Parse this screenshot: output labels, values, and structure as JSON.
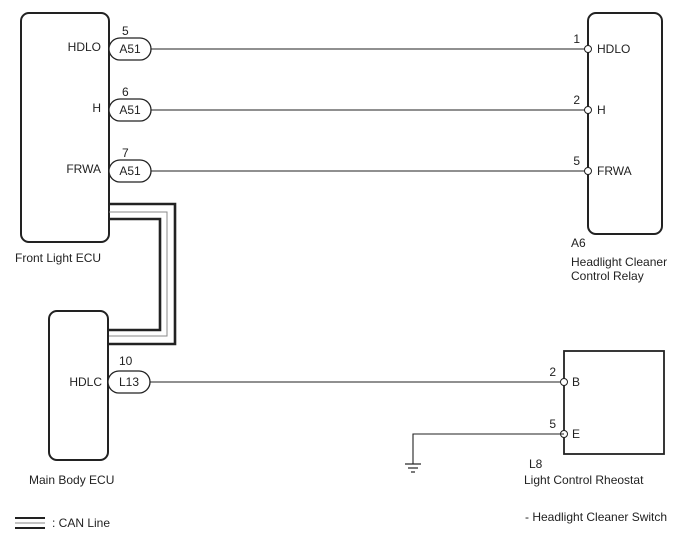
{
  "components": {
    "front_light_ecu": {
      "name": "Front Light ECU",
      "terminals": [
        {
          "label": "HDLO",
          "pin": "5",
          "connector": "A51"
        },
        {
          "label": "H",
          "pin": "6",
          "connector": "A51"
        },
        {
          "label": "FRWA",
          "pin": "7",
          "connector": "A51"
        }
      ]
    },
    "relay": {
      "code": "A6",
      "name_line1": "Headlight Cleaner",
      "name_line2": "Control Relay",
      "terminals": [
        {
          "label": "HDLO",
          "pin": "1"
        },
        {
          "label": "H",
          "pin": "2"
        },
        {
          "label": "FRWA",
          "pin": "5"
        }
      ]
    },
    "main_body_ecu": {
      "name": "Main Body ECU",
      "terminal": {
        "label": "HDLC",
        "pin": "10",
        "connector": "L13"
      }
    },
    "rheostat": {
      "code": "L8",
      "name": "Light Control Rheostat",
      "terminals": [
        {
          "label": "B",
          "pin": "2"
        },
        {
          "label": "E",
          "pin": "5"
        }
      ]
    }
  },
  "legend": {
    "can_line": ": CAN Line"
  },
  "note": "- Headlight Cleaner Switch"
}
